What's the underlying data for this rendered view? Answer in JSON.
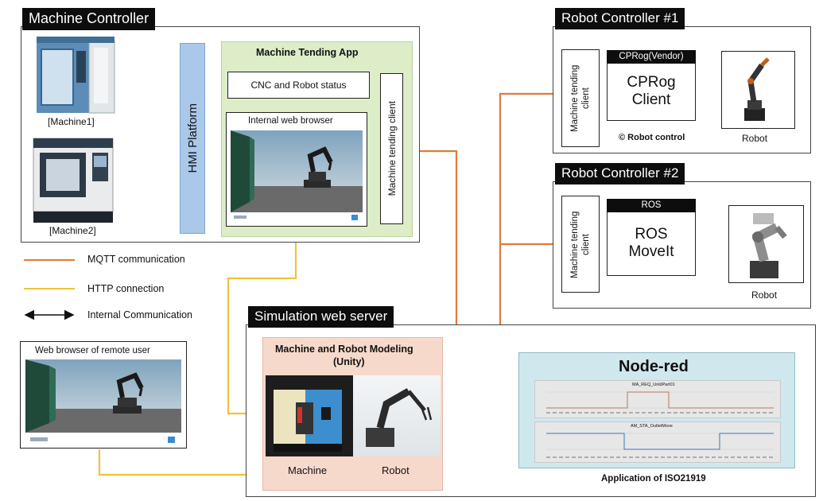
{
  "machine_controller": {
    "title": "Machine Controller",
    "machine1_label": "[Machine1]",
    "machine2_label": "[Machine2]",
    "hmi_label": "HMI Platform",
    "app_title": "Machine Tending App",
    "status_box": "CNC and Robot status",
    "browser_title": "Internal web browser",
    "client_label": "Machine tending client"
  },
  "robot_controller_1": {
    "title": "Robot Controller #1",
    "client_label": "Machine tending client",
    "vendor_tab": "CPRog(Vendor)",
    "main_line1": "CPRog",
    "main_line2": "Client",
    "note": "© Robot control",
    "robot_label": "Robot"
  },
  "robot_controller_2": {
    "title": "Robot Controller #2",
    "client_label": "Machine tending client",
    "vendor_tab": "ROS",
    "main_line1": "ROS",
    "main_line2": "MoveIt",
    "robot_label": "Robot"
  },
  "legend": {
    "mqtt": "MQTT communication",
    "http": "HTTP connection",
    "internal": "Internal Communication"
  },
  "remote_browser": {
    "title": "Web browser of remote user"
  },
  "simulation_server": {
    "title": "Simulation web server",
    "modeling_title_line1": "Machine and Robot Modeling",
    "modeling_title_line2": "(Unity)",
    "machine_label": "Machine",
    "robot_label": "Robot"
  },
  "node_red": {
    "title": "Node-red",
    "chart1_title": "MA_REQ_UnldPart01",
    "chart2_title": "AM_STA_OutletMove",
    "caption": "Application of ISO21919"
  },
  "colors": {
    "mqtt": "#e07b39",
    "http": "#efc23a",
    "internal": "#111111",
    "hmi": "#a9c8ea",
    "app_bg": "#dcedc8",
    "modeling_bg": "#f7d9cc",
    "nodered_bg": "#cfe8ee"
  }
}
